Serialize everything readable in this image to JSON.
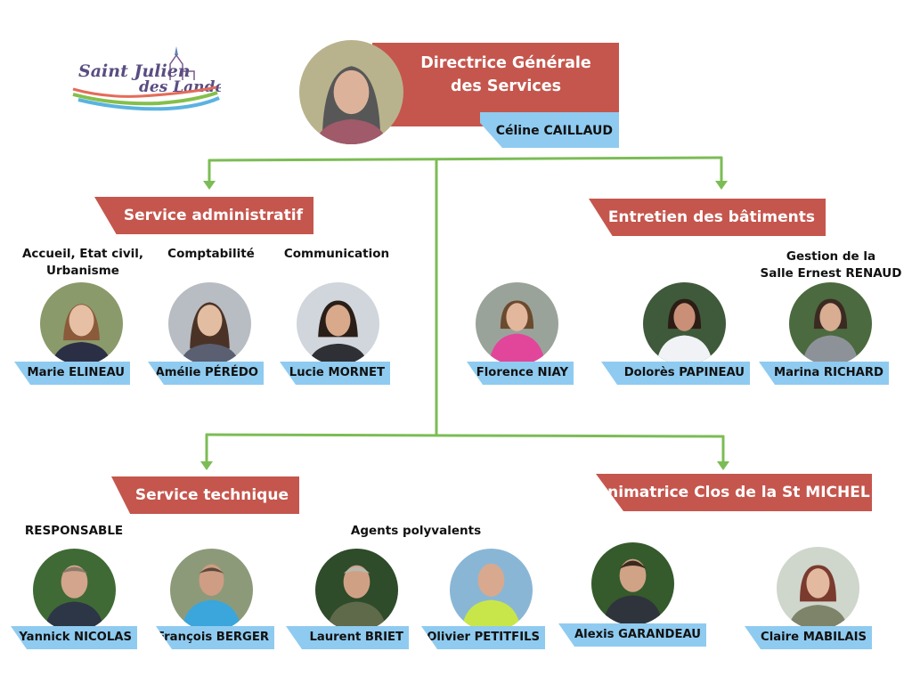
{
  "logo": {
    "line1": "Saint Julien",
    "line2": "des Landes"
  },
  "director": {
    "title_line1": "Directrice Générale",
    "title_line2": "des Services",
    "name": "Céline CAILLAUD"
  },
  "colors": {
    "banner": "#c5564d",
    "tag": "#8fcbf0",
    "connector": "#7cbc55"
  },
  "services": {
    "admin": {
      "title": "Service administratif",
      "roles": {
        "accueil_line1": "Accueil, Etat civil,",
        "accueil_line2": "Urbanisme",
        "compta": "Comptabilité",
        "comm": "Communication"
      },
      "staff": [
        "Marie ELINEAU",
        "Amélie PÉRÉDO",
        "Lucie MORNET"
      ]
    },
    "batiments": {
      "title": "Entretien des bâtiments",
      "roles": {
        "salle_line1": "Gestion de la",
        "salle_line2": "Salle Ernest RENAUD"
      },
      "staff": [
        "Florence NIAY",
        "Dolorès PAPINEAU",
        "Marina RICHARD"
      ]
    },
    "technique": {
      "title": "Service technique",
      "roles": {
        "responsable": "RESPONSABLE",
        "agents": "Agents polyvalents"
      },
      "staff": [
        "Yannick NICOLAS",
        "François BERGER",
        "Laurent BRIET",
        "Olivier PETITFILS"
      ]
    },
    "animation": {
      "title": "Animatrice Clos de la St MICHEL",
      "staff": [
        "Alexis GARANDEAU",
        "Claire MABILAIS"
      ]
    }
  }
}
